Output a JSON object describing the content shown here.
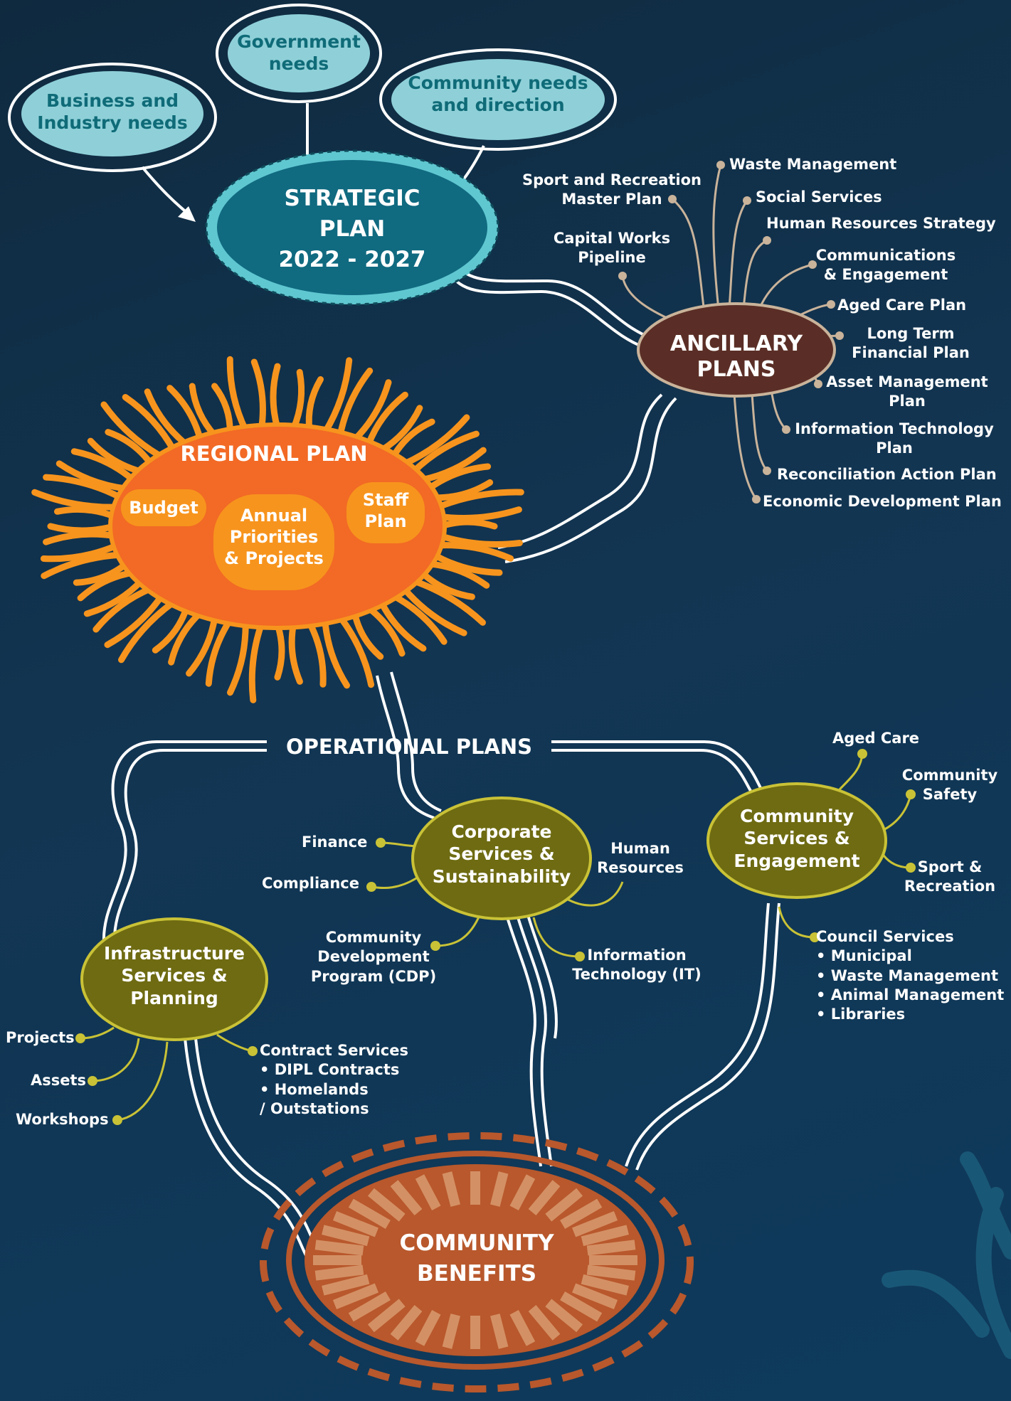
{
  "inputs": {
    "business": "Business and\nIndustry needs",
    "government": "Government\nneeds",
    "community": "Community needs\nand direction"
  },
  "strategic_plan": "STRATEGIC\nPLAN\n2022 - 2027",
  "ancillary": {
    "title": "ANCILLARY\nPLANS",
    "items": [
      "Sport and Recreation\nMaster Plan",
      "Waste Management",
      "Social Services",
      "Human Resources Strategy",
      "Communications\n& Engagement",
      "Capital Works\nPipeline",
      "Aged Care Plan",
      "Long Term\nFinancial Plan",
      "Asset Management\nPlan",
      "Information Technology\nPlan",
      "Reconciliation Action Plan",
      "Economic Development Plan"
    ]
  },
  "regional_plan": {
    "title": "REGIONAL PLAN",
    "budget": "Budget",
    "priorities": "Annual\nPriorities\n& Projects",
    "staff": "Staff\nPlan"
  },
  "operational_plans": "OPERATIONAL PLANS",
  "corporate": {
    "title": "Corporate\nServices &\nSustainability",
    "items": [
      "Finance",
      "Compliance",
      "Human\nResources",
      "Community\nDevelopment\nProgram (CDP)",
      "Information\nTechnology (IT)"
    ]
  },
  "community_services": {
    "title": "Community\nServices &\nEngagement",
    "items": [
      "Aged Care",
      "Community\nSafety",
      "Sport &\nRecreation",
      "Council Services\n• Municipal\n• Waste Management\n• Animal Management\n• Libraries"
    ]
  },
  "infrastructure": {
    "title": "Infrastructure\nServices &\nPlanning",
    "items": [
      "Projects",
      "Assets",
      "Workshops",
      "Contract Services\n• DIPL Contracts\n• Homelands\n   / Outstations"
    ]
  },
  "community_benefits": "COMMUNITY\nBENEFITS",
  "colors": {
    "cyan": "#8fd0d8",
    "teal": "#106a80",
    "brown": "#5a2e26",
    "orange": "#f26a25",
    "orange_light": "#f7941d",
    "olive": "#6e6b12",
    "olive_dot": "#c9c236",
    "tan_dot": "#c9b39a",
    "rust": "#b8582c"
  }
}
